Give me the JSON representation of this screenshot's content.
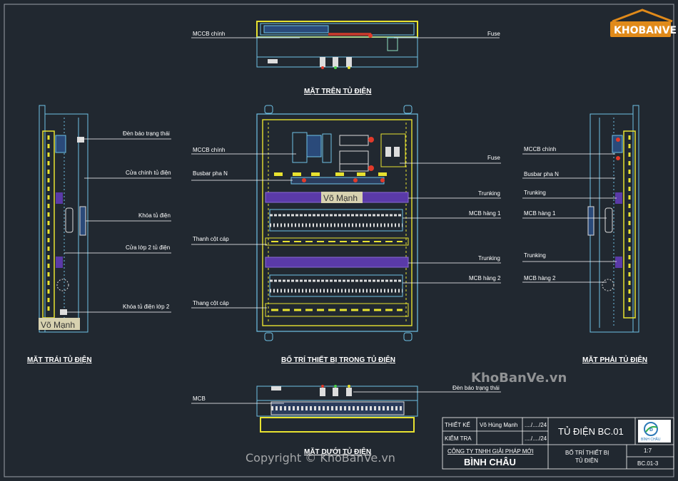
{
  "logo": {
    "text": "KHOBANVE"
  },
  "views": {
    "top": {
      "title": "MẶT TRÊN TỦ ĐIỆN",
      "labels": {
        "mccb": "MCCB chính",
        "fuse": "Fuse"
      }
    },
    "left": {
      "title": "MẶT TRÁI TỦ ĐIỆN",
      "labels": {
        "lamp": "Đèn báo trạng thái",
        "door": "Cửa chính tủ điện",
        "lock": "Khóa tủ điện",
        "door2": "Cửa lớp 2 tủ điện",
        "lock2": "Khóa tủ điện lớp 2"
      },
      "name_tag": "Võ Mạnh"
    },
    "front": {
      "title": "BỐ TRÍ THIẾT BỊ TRONG TỦ ĐIỆN",
      "left_labels": {
        "mccb": "MCCB chính",
        "busbar": "Busbar pha N",
        "cable_bar": "Thanh cột cáp",
        "cable_ladder": "Thang cột cáp"
      },
      "right_labels": {
        "fuse": "Fuse",
        "trunking1": "Trunking",
        "mcb1": "MCB hàng 1",
        "trunking2": "Trunking",
        "mcb2": "MCB hàng 2"
      },
      "name_tag": "Võ Mạnh"
    },
    "right": {
      "title": "MẶT PHẢI TỦ ĐIỆN",
      "labels": {
        "mccb": "MCCB chính",
        "busbar": "Busbar pha N",
        "trunking1": "Trunking",
        "mcb1": "MCB hàng 1",
        "trunking2": "Trunking",
        "mcb2": "MCB hàng 2"
      }
    },
    "bottom": {
      "title": "MẶT DƯỚI TỦ ĐIỆN",
      "labels": {
        "mcb": "MCB",
        "lamp": "Đèn báo trạng thái"
      }
    }
  },
  "title_block": {
    "designer_label": "THIẾT KẾ",
    "designer_name": "Võ Hùng Mạnh",
    "designer_date": "..../..../24",
    "checker_label": "KIỂM TRA",
    "checker_date": "..../..../24",
    "company_line1": "CÔNG TY TNHH GIẢI PHÁP MỚI",
    "company_line2": "BÌNH CHÂU",
    "drawing_code": "TỦ ĐIỆN BC.01",
    "drawing_name_1": "BỐ TRÍ THIẾT BỊ",
    "drawing_name_2": "TỦ ĐIỆN",
    "scale": "1:7",
    "sheet": "BC.01-3",
    "logo_text": "BÌNH CHÂU"
  },
  "watermarks": {
    "site": "KhoBanVe.vn",
    "copyright": "Copyright © KhoBanVe.vn"
  },
  "colors": {
    "background": "#212830",
    "cabinet_line": "#6fc2e6",
    "yellow": "#e8e230",
    "trunking": "#5a3aa8",
    "red": "#e23a2a",
    "white": "#ffffff"
  }
}
